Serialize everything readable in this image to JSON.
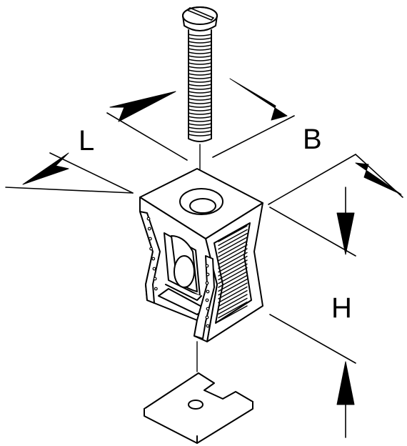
{
  "dimensions": {
    "length_label": "L",
    "width_label": "B",
    "height_label": "H"
  },
  "colors": {
    "line": "#000000",
    "background": "#ffffff"
  }
}
